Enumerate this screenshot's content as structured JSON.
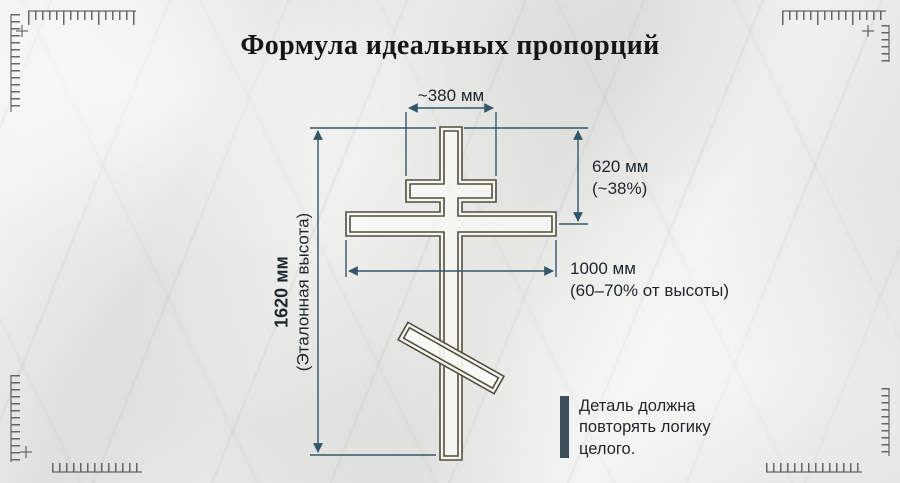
{
  "title": "Формула идеальных пропорций",
  "dimensions": {
    "top_width": {
      "value": "~380 мм"
    },
    "upper_height": {
      "value": "620 мм",
      "percent": "(~38%)"
    },
    "crossbar_width": {
      "value": "1000 мм",
      "percent": "(60–70% от высоты)"
    },
    "total_height": {
      "value": "1620 мм",
      "label": "(Эталонная высота)"
    }
  },
  "note": {
    "text": "Деталь должна повторять логику целого."
  },
  "colors": {
    "dimension_line": "#35566a",
    "cross_outline": "#514f3c",
    "note_bar": "#3c4e59",
    "label_text": "#1d262b",
    "background": "#e8e8e6"
  }
}
